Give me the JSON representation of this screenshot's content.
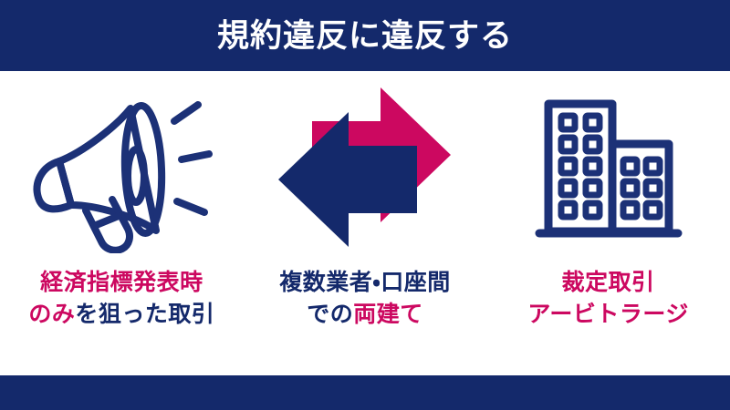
{
  "colors": {
    "navy": "#14296b",
    "magenta": "#cc0860",
    "background": "#ffffff",
    "title_text": "#ffffff"
  },
  "header": {
    "title": "規約違反に違反する"
  },
  "footer": {
    "label": ""
  },
  "columns": [
    {
      "icon": "megaphone-icon",
      "icon_color": "#14296b",
      "caption": {
        "line1": [
          {
            "text": "経済指標発表時",
            "color": "magenta"
          }
        ],
        "line2": [
          {
            "text": "のみ",
            "color": "magenta"
          },
          {
            "text": "を狙った取引",
            "color": "navy"
          }
        ]
      }
    },
    {
      "icon": "two-way-arrows-icon",
      "icon_color": "#cc0860 / #14296b",
      "caption": {
        "line1": [
          {
            "text": "複数業者・口座間",
            "color": "navy"
          }
        ],
        "line2": [
          {
            "text": "での",
            "color": "navy"
          },
          {
            "text": "両建て",
            "color": "magenta"
          }
        ]
      }
    },
    {
      "icon": "office-buildings-icon",
      "icon_color": "#14296b",
      "caption": {
        "line1": [
          {
            "text": "裁定取引",
            "color": "magenta"
          }
        ],
        "line2": [
          {
            "text": "アービトラージ",
            "color": "magenta"
          }
        ]
      }
    }
  ]
}
